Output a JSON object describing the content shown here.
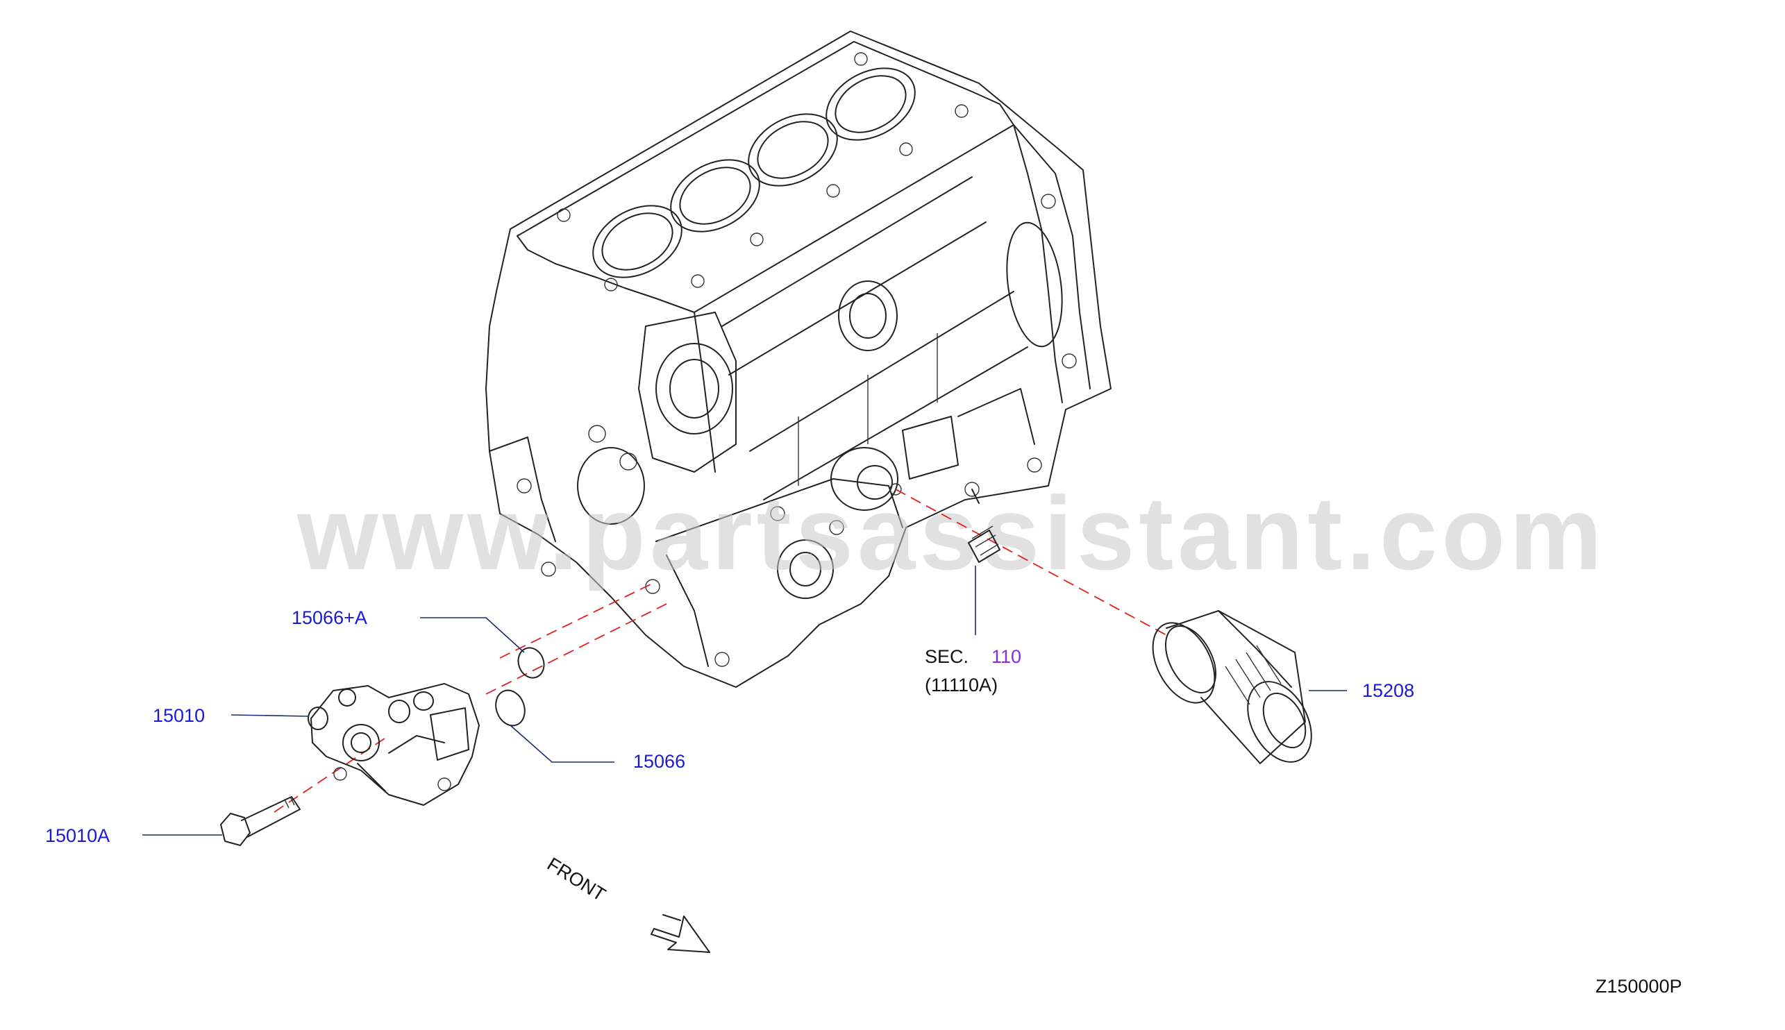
{
  "diagram": {
    "watermark": "www.partsassistant.com",
    "front_label": "FRONT",
    "figure_code": "Z150000P",
    "callouts": {
      "gasket_a": "15066+A",
      "oil_pump": "15010",
      "oil_pump_bolt": "15010A",
      "gasket": "15066",
      "oil_filter": "15208"
    },
    "section_ref": {
      "prefix": "SEC.",
      "number": "110",
      "sub": "(11110A)"
    },
    "colors": {
      "callout_text": "#1a1ad6",
      "section_number": "#8a2be2",
      "dash_line": "#e02020",
      "leader_line": "#1a2a6a"
    }
  }
}
